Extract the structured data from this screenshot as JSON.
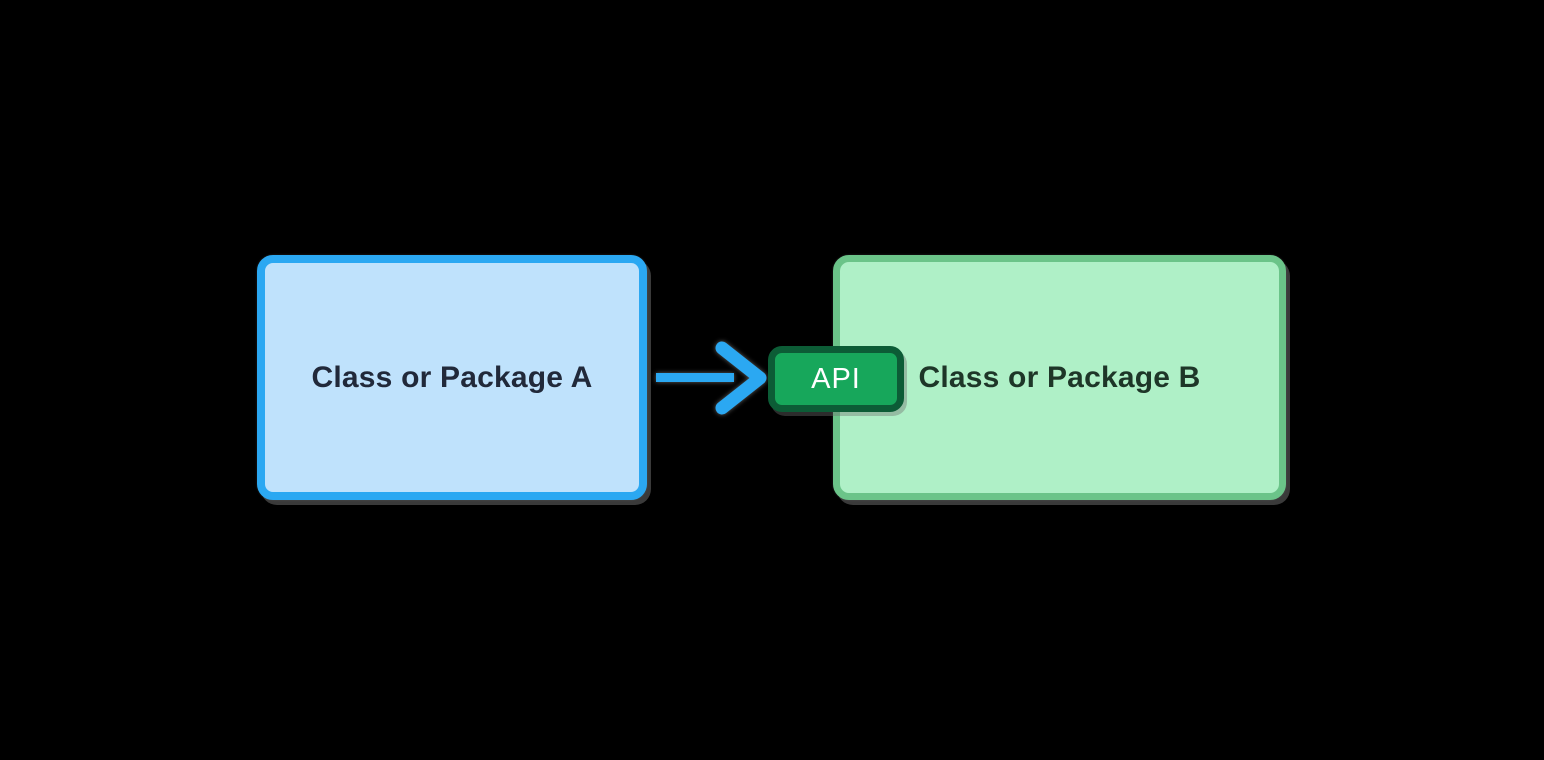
{
  "theme": {
    "background": "#000000",
    "blue_border": "#2BA8F2",
    "blue_fill": "#BFE2FC",
    "green_border": "#6BC489",
    "green_fill": "#AFF0C7",
    "badge_border": "#0C5C36",
    "badge_fill": "#17A75B",
    "badge_text": "#FFFFFF",
    "arrow": "#2BA8F2",
    "label_a": "#21293A",
    "label_b": "#1E3628"
  },
  "diagram": {
    "box_a": {
      "label": "Class or Package A"
    },
    "box_b": {
      "label": "Class or Package B"
    },
    "api_badge": {
      "label": "API"
    },
    "arrow": {
      "direction": "right"
    }
  }
}
